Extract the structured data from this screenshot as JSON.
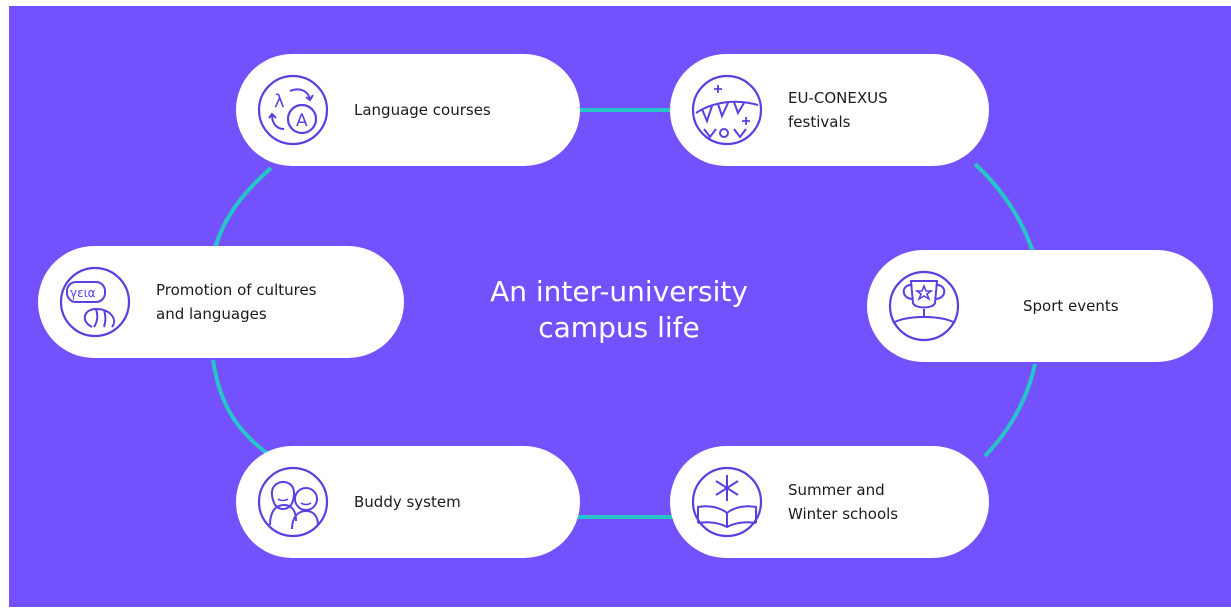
{
  "center_title": "An inter-university\ncampus life",
  "colors": {
    "background": "#7352fd",
    "pill": "#ffffff",
    "connector": "#26c6c8",
    "icon_stroke": "#5b3fe0"
  },
  "nodes": [
    {
      "id": "language-courses",
      "label": "Language courses",
      "icon": "translate-icon"
    },
    {
      "id": "festivals",
      "label": "EU-CONEXUS\nfestivals",
      "icon": "bunting-icon"
    },
    {
      "id": "promotion",
      "label": "Promotion of cultures\nand languages",
      "icon": "croissant-icon",
      "icon_text": "γεια"
    },
    {
      "id": "sport-events",
      "label": "Sport events",
      "icon": "trophy-icon"
    },
    {
      "id": "buddy-system",
      "label": "Buddy system",
      "icon": "buddies-icon"
    },
    {
      "id": "schools",
      "label": "Summer and\nWinter schools",
      "icon": "snowflake-book-icon"
    }
  ]
}
